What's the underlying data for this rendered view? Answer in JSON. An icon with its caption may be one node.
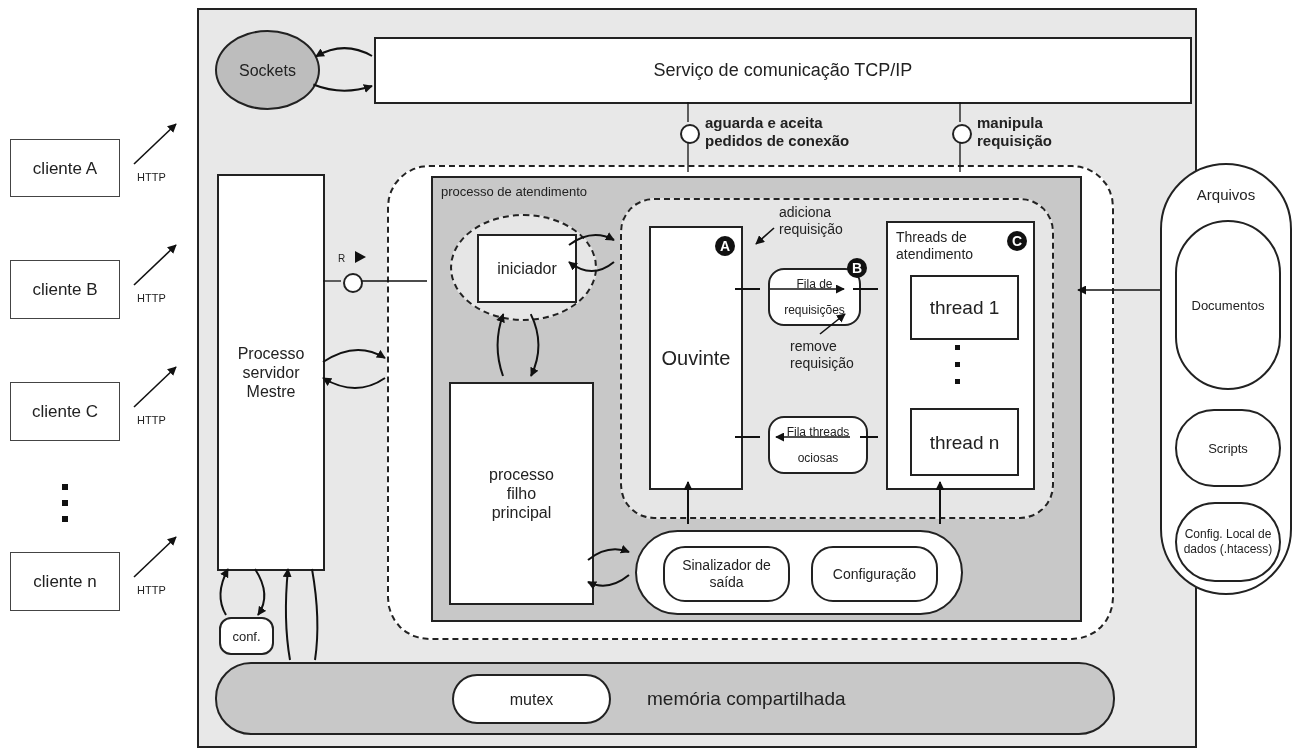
{
  "diagram": {
    "nodes": [
      {
        "text": [],
        "shape": "box"
      },
      {
        "text": [
          "Sockets"
        ],
        "in": 0
      },
      {
        "text": [
          "Serviço de comunicação TCP/IP"
        ],
        "in": 0
      },
      {
        "text": [],
        "shape": "circle",
        "beside": [
          "aguarda e aceita pedidos de conexão"
        ],
        "in": 0
      },
      {
        "text": [],
        "shape": "circle",
        "beside": [
          "manipula requisição"
        ],
        "in": 0
      },
      {
        "text": [
          "cliente A"
        ],
        "beside": [
          "HTTP"
        ]
      },
      {
        "text": [
          "cliente B"
        ],
        "beside": [
          "HTTP"
        ]
      },
      {
        "text": [
          "cliente C"
        ],
        "beside": [
          "HTTP"
        ]
      },
      {
        "text": [
          "cliente n"
        ],
        "beside": [
          "HTTP"
        ]
      },
      {
        "text": [
          "Processo servidor Mestre"
        ],
        "in": 0
      },
      {
        "text": [
          "conf."
        ],
        "in": 0
      },
      {
        "text": [],
        "shape": "circle",
        "beside": [
          "R"
        ],
        "in": 0
      },
      {
        "text": [],
        "shape": "box",
        "in": 0
      },
      {
        "text": [
          "processo de atendimento"
        ],
        "in": 12
      },
      {
        "text": [],
        "shape": "circle",
        "in": 13
      },
      {
        "text": [
          "iniciador"
        ],
        "in": 14
      },
      {
        "text": [
          "processo filho principal"
        ],
        "in": 13
      },
      {
        "text": [],
        "shape": "box",
        "in": 13
      },
      {
        "text": [
          "A",
          "Ouvinte"
        ],
        "in": 17
      },
      {
        "text": [
          "B",
          "Fila de requisições"
        ],
        "in": 17
      },
      {
        "text": [
          "Fila threads ociosas"
        ],
        "in": 17
      },
      {
        "text": [
          "Threads de atendimento",
          "C"
        ],
        "in": 17
      },
      {
        "text": [
          "thread 1"
        ],
        "in": 21
      },
      {
        "text": [
          "thread n"
        ],
        "in": 21
      },
      {
        "text": [],
        "shape": "box",
        "in": 13
      },
      {
        "text": [
          "Sinalizador de saída"
        ],
        "in": 24
      },
      {
        "text": [
          "Configuração"
        ],
        "in": 24
      },
      {
        "text": [
          "memória compartilhada"
        ],
        "in": 0
      },
      {
        "text": [
          "mutex"
        ],
        "in": 27
      },
      {
        "text": [
          "Arquivos"
        ]
      },
      {
        "text": [
          "Documentos"
        ],
        "in": 29
      },
      {
        "text": [
          "Scripts"
        ],
        "in": 29
      },
      {
        "text": [
          "Config. Local de dados (.htacess)"
        ],
        "in": 29
      }
    ],
    "edges": [
      {
        "from": 1,
        "to": 2,
        "arrow": "to"
      },
      {
        "from": 2,
        "to": 1,
        "arrow": "to"
      },
      {
        "from": 2,
        "to": 3,
        "arrow": "none"
      },
      {
        "from": 3,
        "to": 13,
        "arrow": "none"
      },
      {
        "from": 2,
        "to": 4,
        "arrow": "none"
      },
      {
        "from": 4,
        "to": 13,
        "arrow": "none"
      },
      {
        "from": 9,
        "to": 11,
        "arrow": "none"
      },
      {
        "from": 11,
        "to": 13,
        "arrow": "none"
      },
      {
        "from": 9,
        "to": 12,
        "arrow": "to"
      },
      {
        "from": 12,
        "to": 9,
        "arrow": "to"
      },
      {
        "from": 15,
        "to": 17,
        "arrow": "to"
      },
      {
        "from": 17,
        "to": 15,
        "arrow": "to"
      },
      {
        "from": 16,
        "to": 14,
        "arrow": "to"
      },
      {
        "from": 14,
        "to": 16,
        "arrow": "to"
      },
      {
        "from": 16,
        "to": 24,
        "arrow": "to"
      },
      {
        "from": 24,
        "to": 16,
        "arrow": "to"
      },
      {
        "from": 18,
        "to": 19,
        "arrow": "none"
      },
      {
        "from": 19,
        "to": 21,
        "arrow": "none"
      },
      {
        "from": 21,
        "to": 20,
        "arrow": "none"
      },
      {
        "from": 20,
        "to": 18,
        "arrow": "none"
      },
      {
        "from": 24,
        "to": 18,
        "arrow": "to"
      },
      {
        "from": 24,
        "to": 21,
        "arrow": "to"
      },
      {
        "from": 10,
        "to": 9,
        "arrow": "to"
      },
      {
        "from": 9,
        "to": 10,
        "arrow": "to"
      },
      {
        "from": 27,
        "to": 9,
        "arrow": "to"
      },
      {
        "from": 9,
        "to": 27,
        "arrow": "none"
      },
      {
        "from": 29,
        "to": 13,
        "arrow": "to"
      }
    ],
    "labels": [
      "adiciona requisição",
      "remove requisição"
    ]
  }
}
